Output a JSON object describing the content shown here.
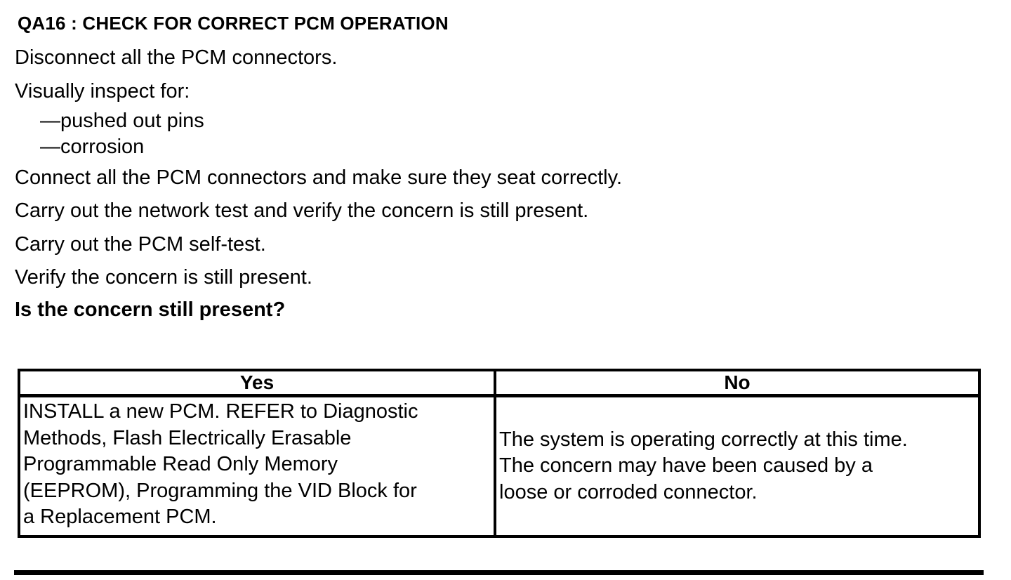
{
  "procedure": {
    "title": "QA16 : CHECK FOR CORRECT PCM OPERATION",
    "steps": [
      "Disconnect all the PCM connectors.",
      "Visually inspect for:",
      "Connect all the PCM connectors and make sure they seat correctly.",
      "Carry out the network test and verify the concern is still present.",
      "Carry out the PCM self-test.",
      "Verify the concern is still present."
    ],
    "inspection_items": [
      "—pushed out pins",
      "—corrosion"
    ],
    "question": "Is the concern still present?"
  },
  "results_table": {
    "columns": [
      {
        "header": "Yes",
        "action_lines": [
          "INSTALL a new PCM. REFER to Diagnostic",
          "Methods, Flash Electrically Erasable",
          "Programmable Read Only Memory",
          "(EEPROM), Programming the VID Block for",
          "a Replacement PCM."
        ]
      },
      {
        "header": "No",
        "action_lines": [
          "The system is operating correctly at this time.",
          "The concern may have been caused by a",
          "loose or corroded connector."
        ]
      }
    ]
  },
  "colors": {
    "text": "#000000",
    "background": "#ffffff",
    "border": "#000000"
  }
}
